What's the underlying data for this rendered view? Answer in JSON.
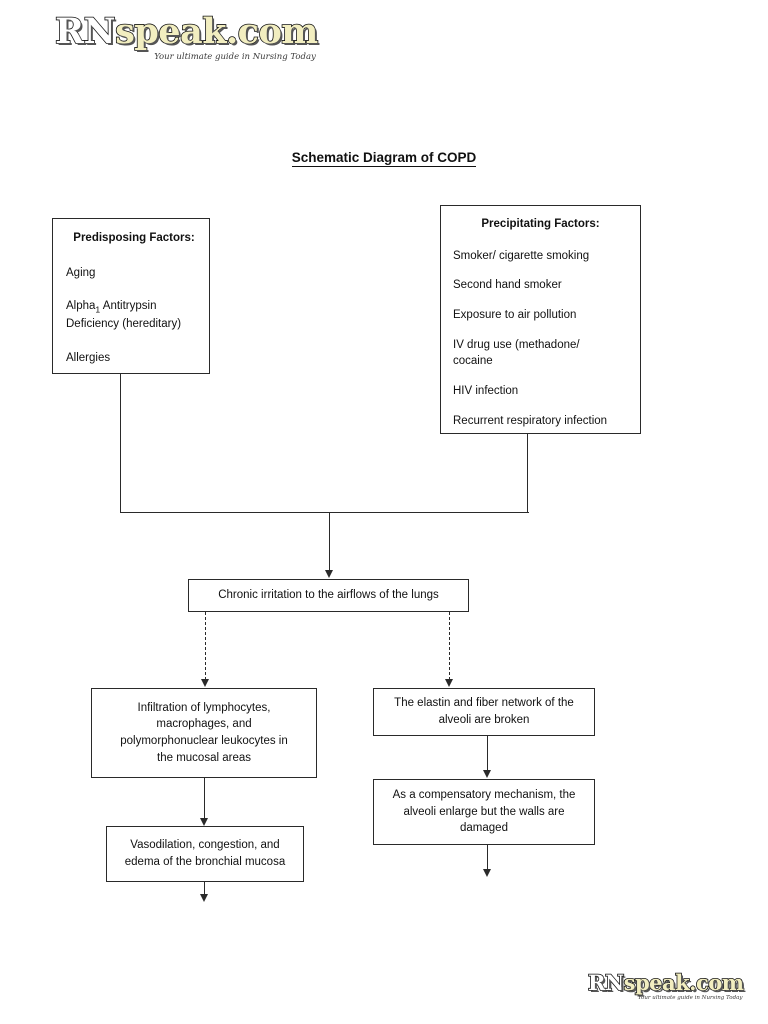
{
  "document": {
    "title": "Schematic Diagram of COPD"
  },
  "branding": {
    "wordmark_part1": "RN",
    "wordmark_part2": "speak.com",
    "tagline": "Your ultimate guide in Nursing Today",
    "color_cream": "#f2eec0",
    "color_outline": "#111111"
  },
  "diagram": {
    "type": "flowchart",
    "boxes": {
      "predisposing": {
        "heading": "Predisposing Factors:",
        "items": [
          "Aging",
          "Alpha₁ Antitrypsin\nDeficiency (hereditary)",
          "Allergies"
        ]
      },
      "precipitating": {
        "heading": "Precipitating Factors:",
        "items": [
          "Smoker/ cigarette smoking",
          "Second hand smoker",
          "Exposure to air pollution",
          "IV drug use (methadone/\ncocaine",
          "HIV infection",
          "Recurrent respiratory infection"
        ]
      },
      "chronic_irritation": {
        "text": "Chronic irritation to the airflows of the lungs"
      },
      "infiltration": {
        "text": "Infiltration of lymphocytes,\nmacrophages, and\npolymorphonuclear leukocytes in\nthe mucosal areas"
      },
      "vasodilation": {
        "text": "Vasodilation, congestion, and\nedema of the bronchial mucosa"
      },
      "elastin": {
        "text": "The elastin and fiber network of the\nalveoli are broken"
      },
      "compensatory": {
        "text": "As a compensatory mechanism, the\nalveoli enlarge but the walls are\ndamaged"
      }
    },
    "connectors": [
      {
        "from": "predisposing",
        "to": "chronic_irritation",
        "style": "solid"
      },
      {
        "from": "precipitating",
        "to": "chronic_irritation",
        "style": "solid"
      },
      {
        "from": "chronic_irritation",
        "to": "infiltration",
        "style": "dashed"
      },
      {
        "from": "chronic_irritation",
        "to": "elastin",
        "style": "dashed"
      },
      {
        "from": "infiltration",
        "to": "vasodilation",
        "style": "solid"
      },
      {
        "from": "elastin",
        "to": "compensatory",
        "style": "solid"
      },
      {
        "from": "vasodilation",
        "to": "continues-below",
        "style": "solid"
      },
      {
        "from": "compensatory",
        "to": "continues-below",
        "style": "solid"
      }
    ]
  }
}
